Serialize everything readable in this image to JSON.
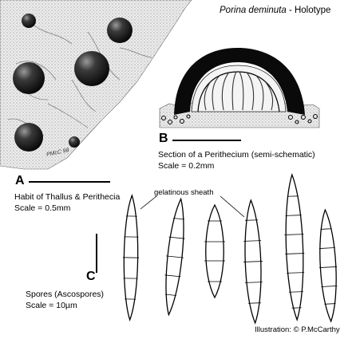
{
  "header": {
    "species": "Porina deminuta",
    "separator": " - ",
    "type_label": "Holotype"
  },
  "panel_a": {
    "letter": "A",
    "caption": "Habit of Thallus & Perithecia",
    "scale": "Scale = 0.5mm",
    "artist_mark": "PMcC 98"
  },
  "panel_b": {
    "letter": "B",
    "caption": "Section of a Perithecium (semi-schematic)",
    "scale": "Scale = 0.2mm"
  },
  "panel_c": {
    "letter": "C",
    "caption": "Spores (Ascospores)",
    "scale": "Scale = 10µm",
    "annotation": "gelatinous sheath"
  },
  "credit": "Illustration: © P.McCarthy",
  "colors": {
    "ink": "#000000",
    "paper": "#ffffff",
    "thallus": "#e6e6e6",
    "thallus_dark": "#bdbdbd"
  }
}
